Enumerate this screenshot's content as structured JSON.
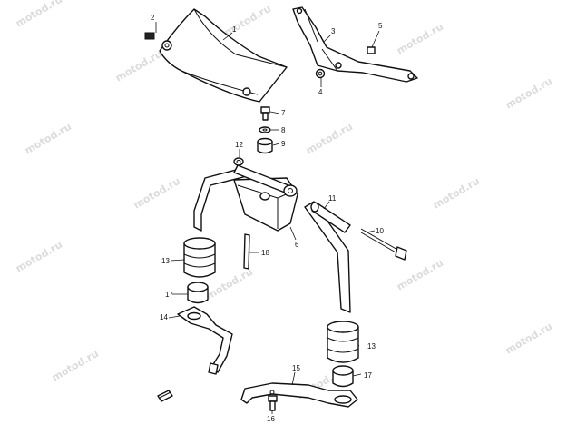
{
  "watermark": {
    "text": "motod.ru"
  },
  "callouts": [
    "1",
    "2",
    "3",
    "4",
    "5",
    "6",
    "7",
    "8",
    "9",
    "10",
    "11",
    "12",
    "13",
    "13",
    "14",
    "15",
    "16",
    "17",
    "17",
    "18"
  ]
}
